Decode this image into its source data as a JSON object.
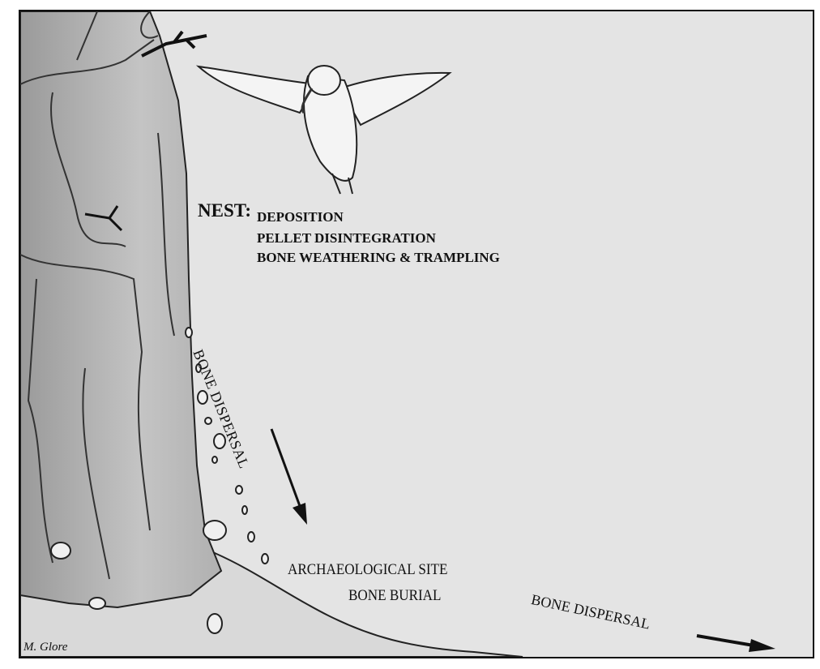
{
  "nest": {
    "label": "NEST:",
    "processes": [
      "DEPOSITION",
      "PELLET DISINTEGRATION",
      "BONE WEATHERING & TRAMPLING"
    ]
  },
  "slope_label": "BONE DISPERSAL",
  "site": {
    "label": "ARCHAEOLOGICAL SITE",
    "process": "BONE BURIAL"
  },
  "ground_label": "BONE DISPERSAL",
  "signature": "M. Glore",
  "colors": {
    "background": "#e4e4e4",
    "ink": "#111111",
    "rock": "#b8b8b8"
  }
}
